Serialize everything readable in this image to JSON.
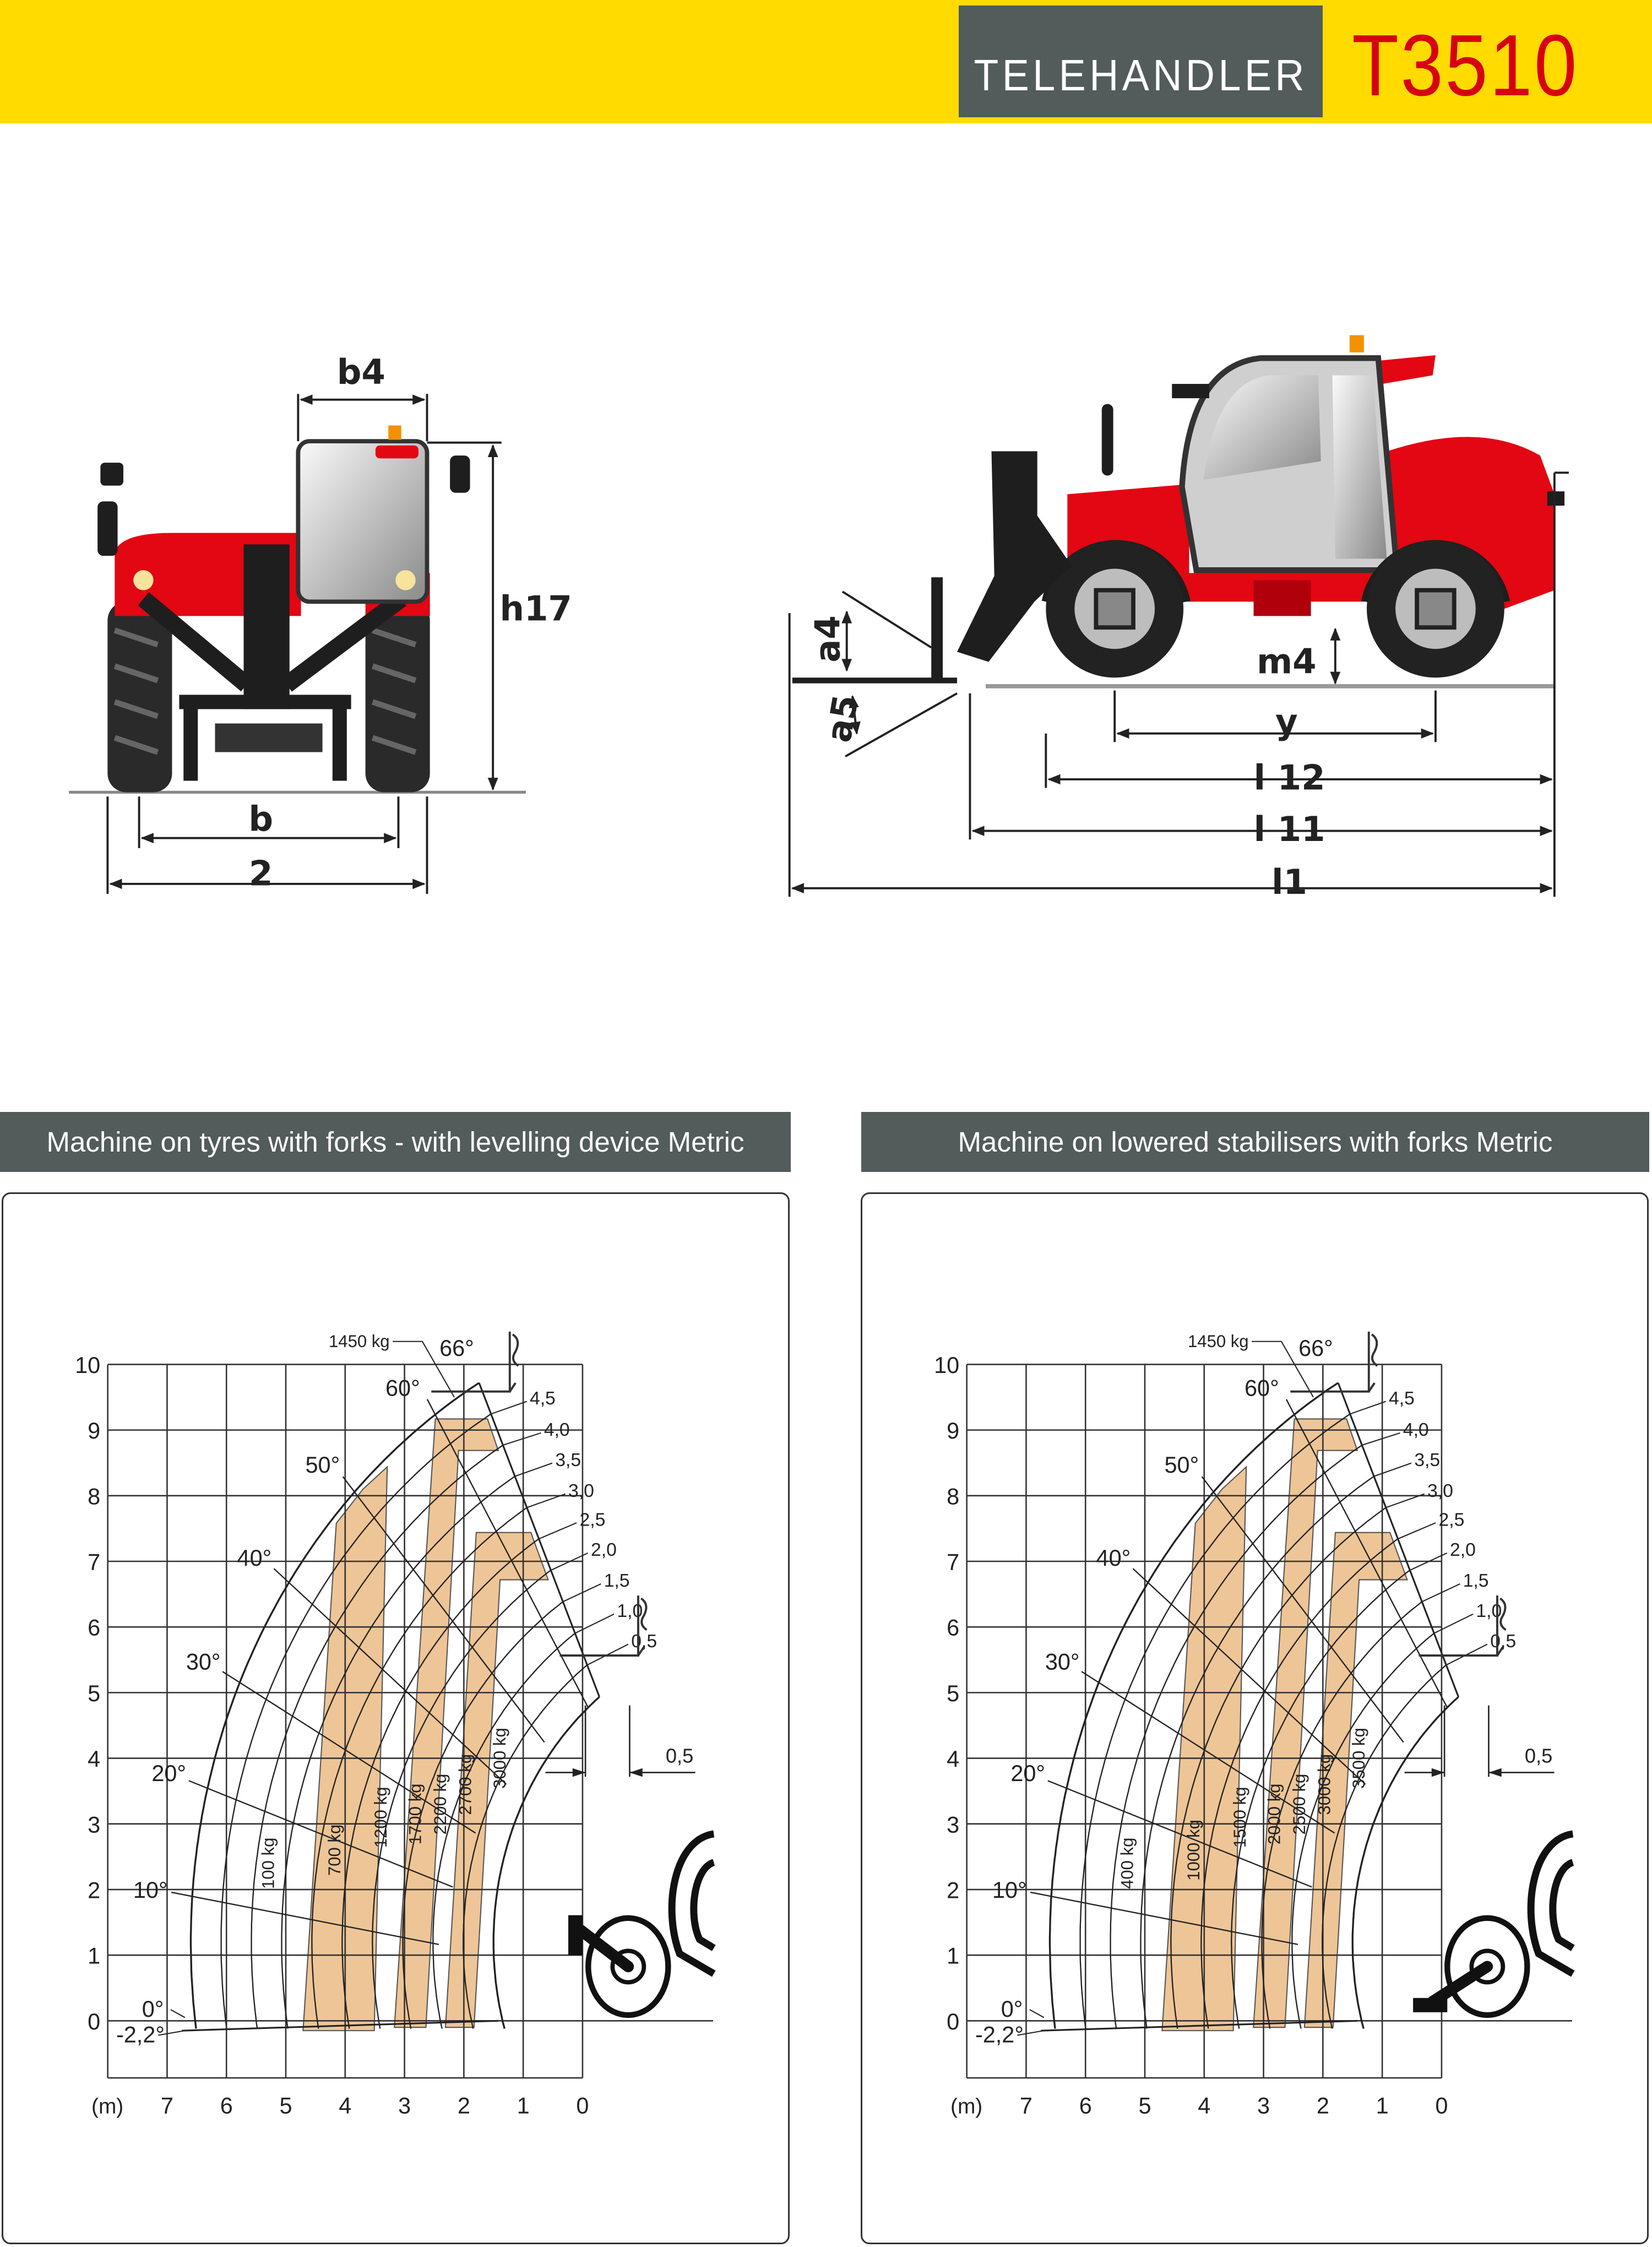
{
  "header": {
    "category": "TELEHANDLER",
    "model": "T3510"
  },
  "front_view": {
    "b4": "b4",
    "h17": "h17",
    "b": "b",
    "overall_width": "2"
  },
  "side_view": {
    "a4": "a4",
    "a5": "a5",
    "m4": "m4",
    "y": "y",
    "l12": "l 12",
    "l11": "l 11",
    "l1": "l1"
  },
  "colors": {
    "header_yellow": "#FFDB00",
    "header_gray": "#525C5A",
    "model_red": "#D7000F",
    "load_zone": "#EEC596",
    "machine_red": "#E30613"
  },
  "chart_data": [
    {
      "type": "line",
      "title": "Machine on tyres with forks - with levelling device Metric",
      "x_unit": "(m)",
      "x_ticks": [
        "7",
        "6",
        "5",
        "4",
        "3",
        "2",
        "1",
        "0"
      ],
      "y_ticks": [
        "0",
        "1",
        "2",
        "3",
        "4",
        "5",
        "6",
        "7",
        "8",
        "9",
        "10"
      ],
      "xlim": [
        8,
        0
      ],
      "ylim": [
        -0.9,
        10
      ],
      "angles": [
        "-2,2°",
        "0°",
        "10°",
        "20°",
        "30°",
        "40°",
        "50°",
        "60°",
        "66°"
      ],
      "extensions": [
        "4,5",
        "4,0",
        "3,5",
        "3,0",
        "2,5",
        "2,0",
        "1,5",
        "1,0",
        "0,5"
      ],
      "max_height_load": "1450 kg",
      "loads": [
        "100 kg",
        "700 kg",
        "1200 kg",
        "1700 kg",
        "2200 kg",
        "2700 kg",
        "3000 kg"
      ],
      "fork_offset": "0,5",
      "support": "tyres"
    },
    {
      "type": "line",
      "title": "Machine on lowered stabilisers with forks Metric",
      "x_unit": "(m)",
      "x_ticks": [
        "7",
        "6",
        "5",
        "4",
        "3",
        "2",
        "1",
        "0"
      ],
      "y_ticks": [
        "0",
        "1",
        "2",
        "3",
        "4",
        "5",
        "6",
        "7",
        "8",
        "9",
        "10"
      ],
      "xlim": [
        8,
        0
      ],
      "ylim": [
        -0.9,
        10
      ],
      "angles": [
        "-2,2°",
        "0°",
        "10°",
        "20°",
        "30°",
        "40°",
        "50°",
        "60°",
        "66°"
      ],
      "extensions": [
        "4,5",
        "4,0",
        "3,5",
        "3,0",
        "2,5",
        "2,0",
        "1,5",
        "1,0",
        "0,5"
      ],
      "max_height_load": "1450 kg",
      "loads": [
        "400 kg",
        "1000 kg",
        "1500 kg",
        "2000 kg",
        "2500 kg",
        "3000 kg",
        "3500 kg"
      ],
      "fork_offset": "0,5",
      "support": "stabilisers"
    }
  ]
}
